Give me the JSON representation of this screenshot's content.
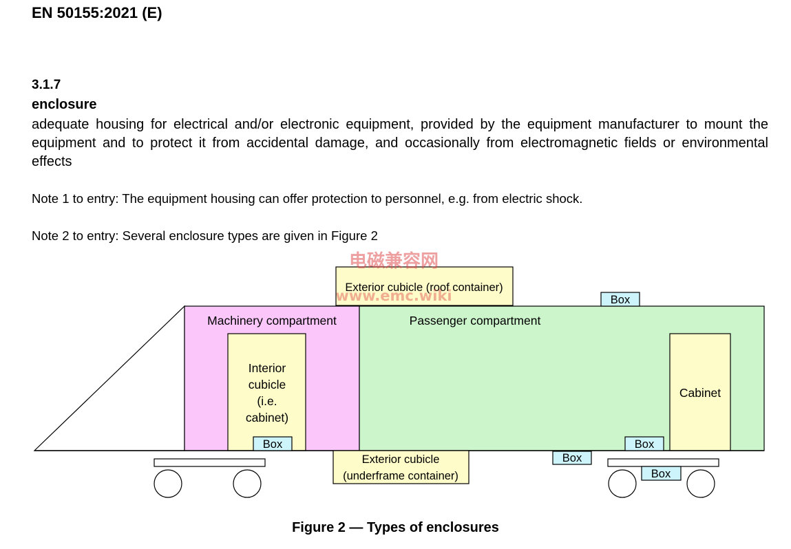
{
  "header": {
    "standard_id": "EN 50155:2021 (E)"
  },
  "clause": {
    "number": "3.1.7",
    "term": "enclosure",
    "definition": "adequate housing for electrical and/or electronic equipment, provided by the equipment manufacturer to mount the equipment and to protect it from accidental damage, and occasionally from electromagnetic fields or environmental effects",
    "note1": "Note 1 to entry: The equipment housing can offer protection to personnel, e.g. from electric shock.",
    "note2": "Note 2 to entry: Several enclosure types are given in Figure 2"
  },
  "figure": {
    "labels": {
      "roof_container": "Exterior cubicle (roof container)",
      "machinery": "Machinery compartment",
      "passenger": "Passenger compartment",
      "interior_l1": "Interior",
      "interior_l2": "cubicle",
      "interior_l3": "(i.e.",
      "interior_l4": "cabinet)",
      "cabinet": "Cabinet",
      "underframe_l1": "Exterior cubicle",
      "underframe_l2": "(underframe container)",
      "box": "Box"
    },
    "colors": {
      "machinery": "#fbc7fb",
      "passenger": "#ccf5cc",
      "cubicle": "#fefcc8",
      "box": "#cdf4fb",
      "watermark": "#e05252"
    },
    "watermark": {
      "line1": "电磁兼容网",
      "line2": "www.emc.wiki"
    },
    "caption": "Figure 2 — Types of enclosures"
  }
}
